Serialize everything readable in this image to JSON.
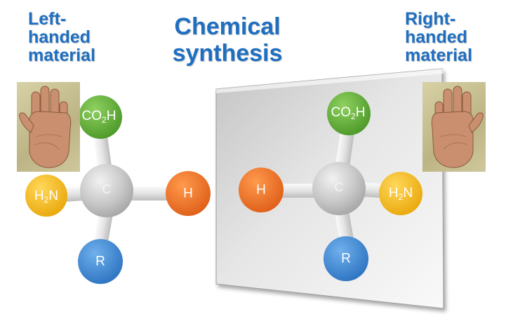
{
  "titles": {
    "left": [
      "Left-",
      "handed",
      "material"
    ],
    "main": [
      "Chemical",
      "synthesis"
    ],
    "right": [
      "Right-",
      "handed",
      "material"
    ]
  },
  "molecules": {
    "left": {
      "center": "C",
      "top": {
        "main": "CO",
        "sub": "2",
        "tail": "H"
      },
      "left": {
        "main": "H",
        "sub": "2",
        "tail": "N"
      },
      "right": "H",
      "bottom": "R"
    },
    "right": {
      "center": "C",
      "top": {
        "main": "CO",
        "sub": "2",
        "tail": "H"
      },
      "left": "H",
      "right": {
        "main": "H",
        "sub": "2",
        "tail": "N"
      },
      "bottom": "R"
    }
  },
  "colors": {
    "title": "#1f6fc1",
    "carbon": "#c6c6c6",
    "carboxyl": "#5aa532",
    "amine": "#f2b817",
    "hydrogen": "#e86a1c",
    "r_group": "#3b82c9",
    "mirror": "#d9d9d9"
  }
}
